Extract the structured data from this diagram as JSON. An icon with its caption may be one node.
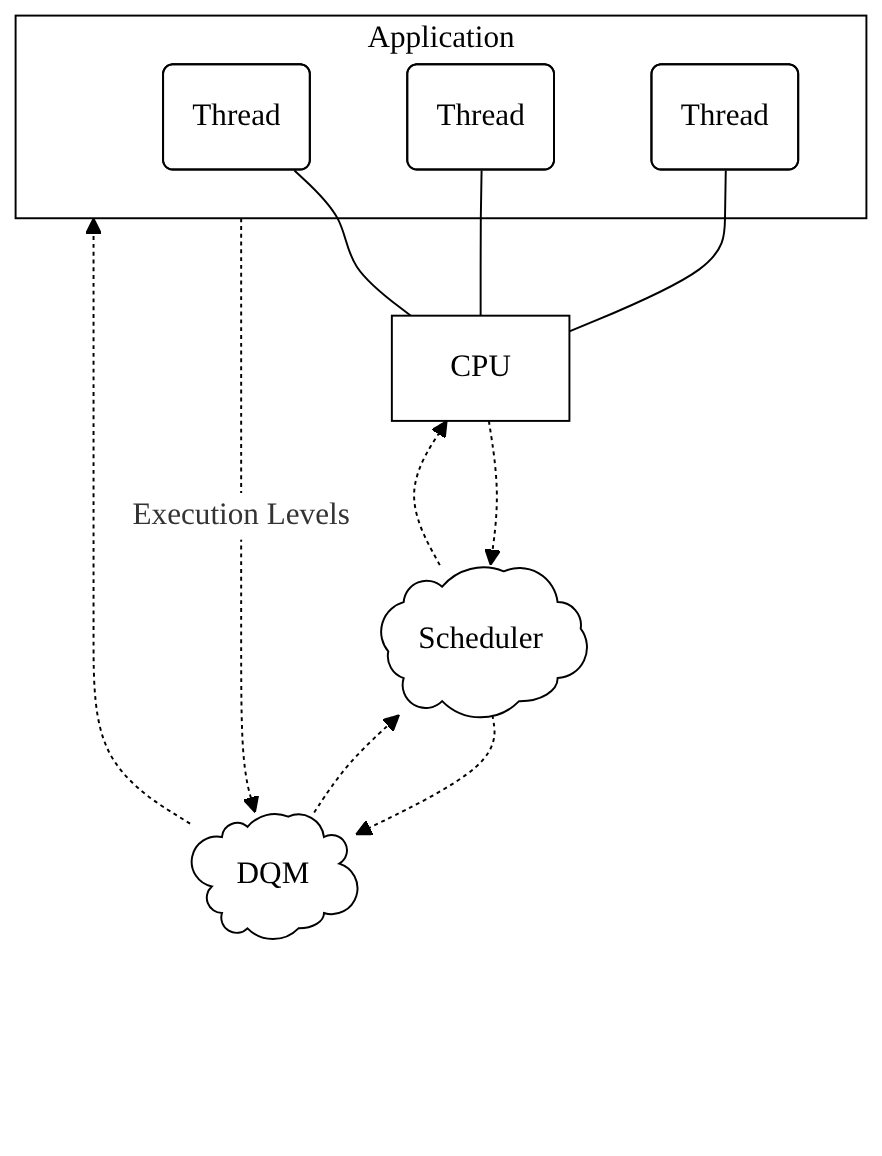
{
  "diagram": {
    "nodes": [
      {
        "text": [
          "Application"
        ]
      },
      {
        "text": [
          "Thread"
        ],
        "in": 0
      },
      {
        "text": [
          "Thread"
        ],
        "in": 0
      },
      {
        "text": [
          "Thread"
        ],
        "in": 0
      },
      {
        "text": [
          "CPU"
        ]
      },
      {
        "text": [
          "DQM"
        ]
      },
      {
        "text": [
          "Scheduler"
        ]
      }
    ],
    "edges": [
      {
        "from": 1,
        "to": 4,
        "arrow": "none"
      },
      {
        "from": 2,
        "to": 4,
        "arrow": "none"
      },
      {
        "from": 3,
        "to": 4,
        "arrow": "none"
      },
      {
        "from": 0,
        "to": 5,
        "arrow": "to",
        "style": "dashed",
        "label": "Execution Levels"
      },
      {
        "from": 5,
        "to": 0,
        "arrow": "to",
        "style": "dashed"
      },
      {
        "from": 4,
        "to": 6,
        "arrow": "to",
        "style": "dashed"
      },
      {
        "from": 6,
        "to": 4,
        "arrow": "to",
        "style": "dashed"
      },
      {
        "from": 6,
        "to": 5,
        "arrow": "to",
        "style": "dashed"
      },
      {
        "from": 5,
        "to": 6,
        "arrow": "to",
        "style": "dashed"
      }
    ]
  }
}
